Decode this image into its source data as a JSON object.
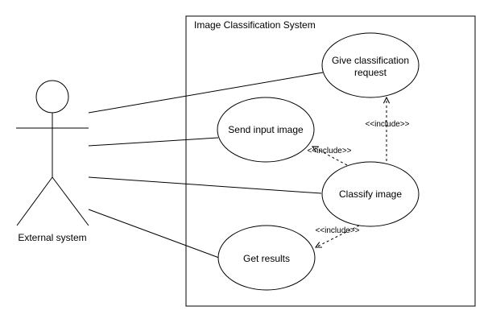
{
  "system": {
    "title": "Image Classification System"
  },
  "actor": {
    "name": "External system"
  },
  "use_cases": [
    {
      "lines": [
        "Give classification",
        "request"
      ]
    },
    {
      "lines": [
        "Send input image"
      ]
    },
    {
      "lines": [
        "Classify image"
      ]
    },
    {
      "lines": [
        "Get results"
      ]
    }
  ],
  "relations": {
    "include_label": "<<include>>",
    "include_labels": [
      "<<include>>",
      "<<include>>",
      "<<include>>"
    ]
  },
  "colors": {
    "stroke": "#000000",
    "background": "#ffffff"
  }
}
